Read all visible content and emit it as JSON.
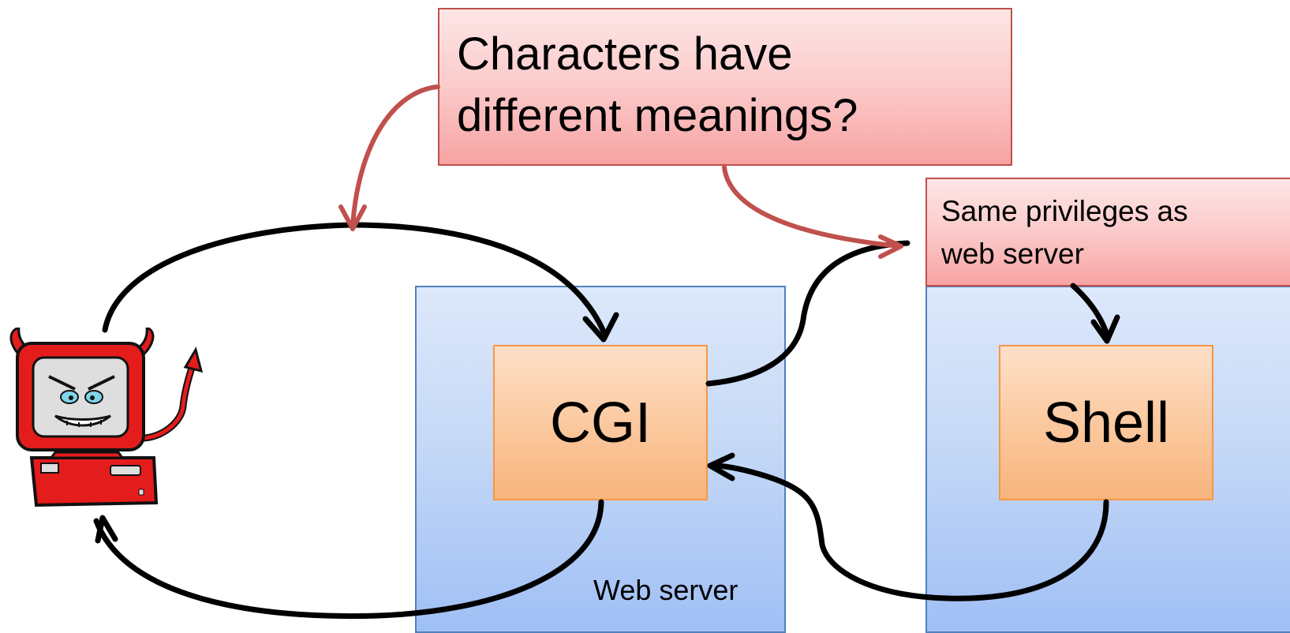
{
  "callouts": {
    "meanings": {
      "line1": "Characters have",
      "line2": "different meanings?"
    },
    "privileges": {
      "line1": "Same privileges as",
      "line2": "web server"
    }
  },
  "panels": {
    "webserver": {
      "label": "Web server"
    }
  },
  "processes": {
    "cgi": {
      "label": "CGI"
    },
    "shell": {
      "label": "Shell"
    }
  },
  "icons": {
    "attacker": "devil-computer-icon"
  },
  "colors": {
    "callout_border": "#c0504d",
    "callout_arrow": "#c0504d",
    "panel_border": "#4f81bd",
    "process_border": "#f79646",
    "flow_arrow": "#000000",
    "attacker_red": "#e51c1c"
  }
}
